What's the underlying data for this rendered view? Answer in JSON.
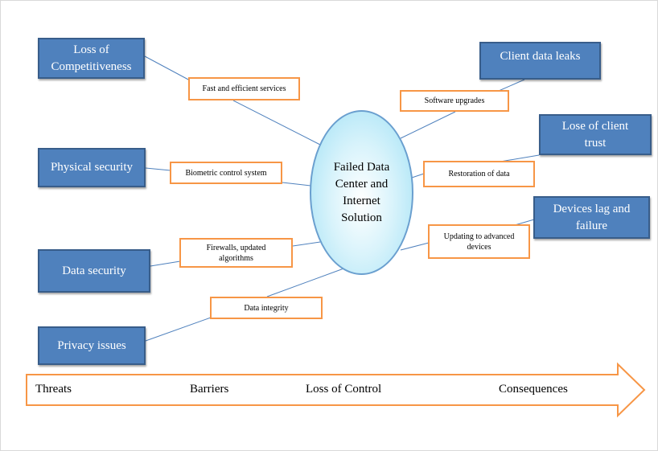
{
  "center": {
    "label": "Failed Data Center and Internet Solution"
  },
  "threats": [
    "Loss of Competitiveness",
    "Physical security",
    "Data security",
    "Privacy issues"
  ],
  "barriers": [
    "Fast and efficient services",
    "Biometric control system",
    "Firewalls, updated algorithms",
    "Data integrity"
  ],
  "controls": [
    "Software upgrades",
    "Restoration of data",
    "Updating to advanced devices"
  ],
  "consequences": [
    "Client data leaks",
    "Lose of client trust",
    "Devices lag and failure"
  ],
  "timeline": {
    "labels": [
      "Threats",
      "Barriers",
      "Loss of Control",
      "Consequences"
    ],
    "colors": {
      "arrow": "#f79646",
      "blue_box": "#4f81bd",
      "orange_border": "#f79646"
    }
  }
}
